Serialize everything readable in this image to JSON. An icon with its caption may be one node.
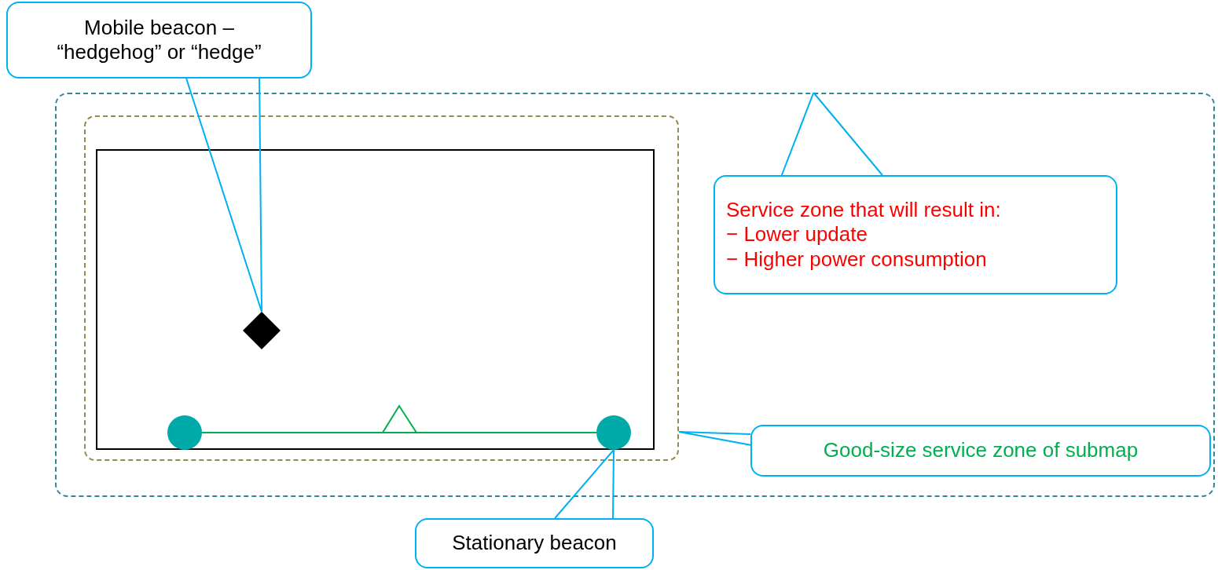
{
  "diagram": {
    "nodes": [
      {
        "text": [
          "Mobile beacon – “hedgehog” or “hedge”"
        ]
      },
      {
        "text": [],
        "shape": "box"
      },
      {
        "text": [],
        "shape": "box",
        "in": 1
      },
      {
        "text": [],
        "shape": "box",
        "in": 2
      },
      {
        "text": [],
        "shape": "diamond",
        "in": 3
      },
      {
        "text": [],
        "shape": "circle",
        "in": 3
      },
      {
        "text": [],
        "shape": "circle",
        "in": 3
      },
      {
        "text": [
          "Service zone that will result in:",
          "− Lower update",
          "− Higher power consumption"
        ],
        "in": 1
      },
      {
        "text": [
          "Good-size service zone of submap"
        ],
        "in": 1
      },
      {
        "text": [
          "Stationary beacon"
        ]
      }
    ],
    "edges": [
      {
        "from": 0,
        "to": 4,
        "arrow": "none"
      },
      {
        "from": 7,
        "to": 1,
        "arrow": "none"
      },
      {
        "from": 8,
        "to": 2,
        "arrow": "none"
      },
      {
        "from": 9,
        "to": 6,
        "arrow": "none"
      },
      {
        "from": 5,
        "to": 6,
        "arrow": "none",
        "color": "#00b050"
      }
    ]
  }
}
